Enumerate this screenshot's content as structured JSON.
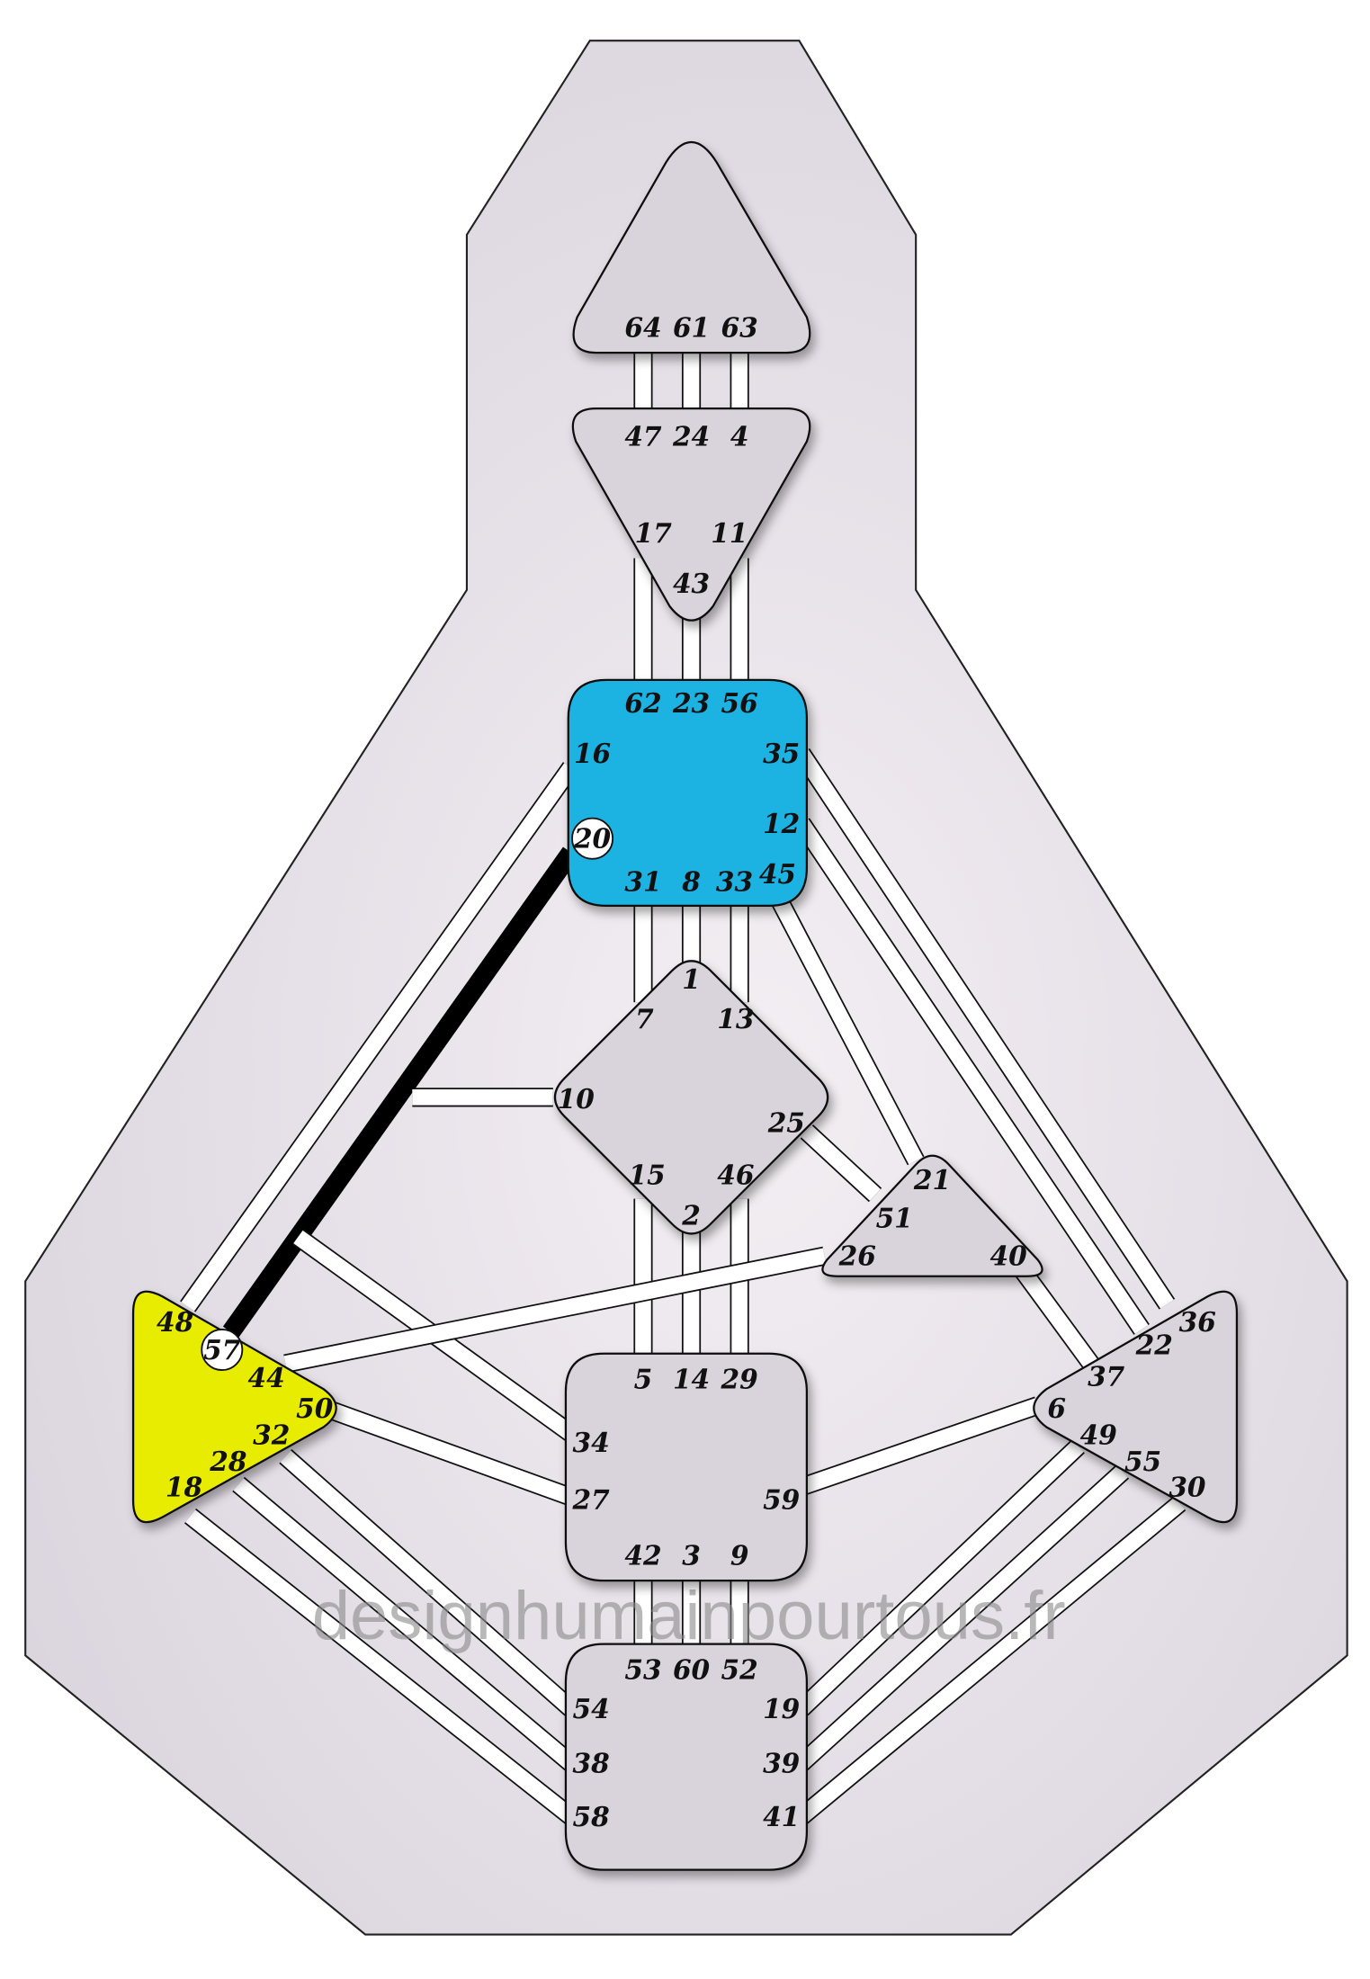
{
  "watermark": "designhumainpourtous.fr",
  "colors": {
    "background": "#e9e5ec",
    "center_undefined": "#d9d3dc",
    "throat_defined": "#1bb3e3",
    "spleen_defined": "#e8ec00",
    "channel_active": "#000000",
    "channel_inactive": "#ffffff"
  },
  "activated_gates": [
    "20",
    "57"
  ],
  "centers": [
    {
      "id": "head",
      "defined": false,
      "gates": [
        "64",
        "61",
        "63"
      ]
    },
    {
      "id": "ajna",
      "defined": false,
      "gates": [
        "47",
        "24",
        "4",
        "17",
        "11",
        "43"
      ]
    },
    {
      "id": "throat",
      "defined": true,
      "color": "#1bb3e3",
      "gates": [
        "62",
        "23",
        "56",
        "16",
        "35",
        "20",
        "12",
        "31",
        "8",
        "33",
        "45"
      ]
    },
    {
      "id": "g",
      "defined": false,
      "gates": [
        "1",
        "7",
        "13",
        "10",
        "25",
        "15",
        "46",
        "2"
      ]
    },
    {
      "id": "heart",
      "defined": false,
      "gates": [
        "21",
        "51",
        "26",
        "40"
      ]
    },
    {
      "id": "sacral",
      "defined": false,
      "gates": [
        "5",
        "14",
        "29",
        "34",
        "27",
        "59",
        "42",
        "3",
        "9"
      ]
    },
    {
      "id": "root",
      "defined": false,
      "gates": [
        "53",
        "60",
        "52",
        "54",
        "19",
        "38",
        "39",
        "58",
        "41"
      ]
    },
    {
      "id": "spleen",
      "defined": true,
      "color": "#e8ec00",
      "gates": [
        "48",
        "57",
        "44",
        "50",
        "32",
        "28",
        "18"
      ]
    },
    {
      "id": "solar-plexus",
      "defined": false,
      "gates": [
        "36",
        "22",
        "37",
        "6",
        "49",
        "55",
        "30"
      ]
    }
  ],
  "channels": [
    {
      "id": "64-47",
      "active": false
    },
    {
      "id": "61-24",
      "active": false
    },
    {
      "id": "63-4",
      "active": false
    },
    {
      "id": "17-62",
      "active": false
    },
    {
      "id": "43-23",
      "active": false
    },
    {
      "id": "11-56",
      "active": false
    },
    {
      "id": "31-7",
      "active": false
    },
    {
      "id": "8-1",
      "active": false
    },
    {
      "id": "33-13",
      "active": false
    },
    {
      "id": "15-5",
      "active": false
    },
    {
      "id": "2-14",
      "active": false
    },
    {
      "id": "46-29",
      "active": false
    },
    {
      "id": "42-53",
      "active": false
    },
    {
      "id": "3-60",
      "active": false
    },
    {
      "id": "9-52",
      "active": false
    },
    {
      "id": "16-48",
      "active": false
    },
    {
      "id": "20-57",
      "active": true
    },
    {
      "id": "10-20",
      "active": false
    },
    {
      "id": "57-34",
      "active": false
    },
    {
      "id": "44-26",
      "active": false
    },
    {
      "id": "50-27",
      "active": false
    },
    {
      "id": "32-54",
      "active": false
    },
    {
      "id": "28-38",
      "active": false
    },
    {
      "id": "18-58",
      "active": false
    },
    {
      "id": "35-36",
      "active": false
    },
    {
      "id": "12-22",
      "active": false
    },
    {
      "id": "45-21",
      "active": false
    },
    {
      "id": "25-51",
      "active": false
    },
    {
      "id": "40-37",
      "active": false
    },
    {
      "id": "59-6",
      "active": false
    },
    {
      "id": "19-49",
      "active": false
    },
    {
      "id": "39-55",
      "active": false
    },
    {
      "id": "41-30",
      "active": false
    }
  ]
}
